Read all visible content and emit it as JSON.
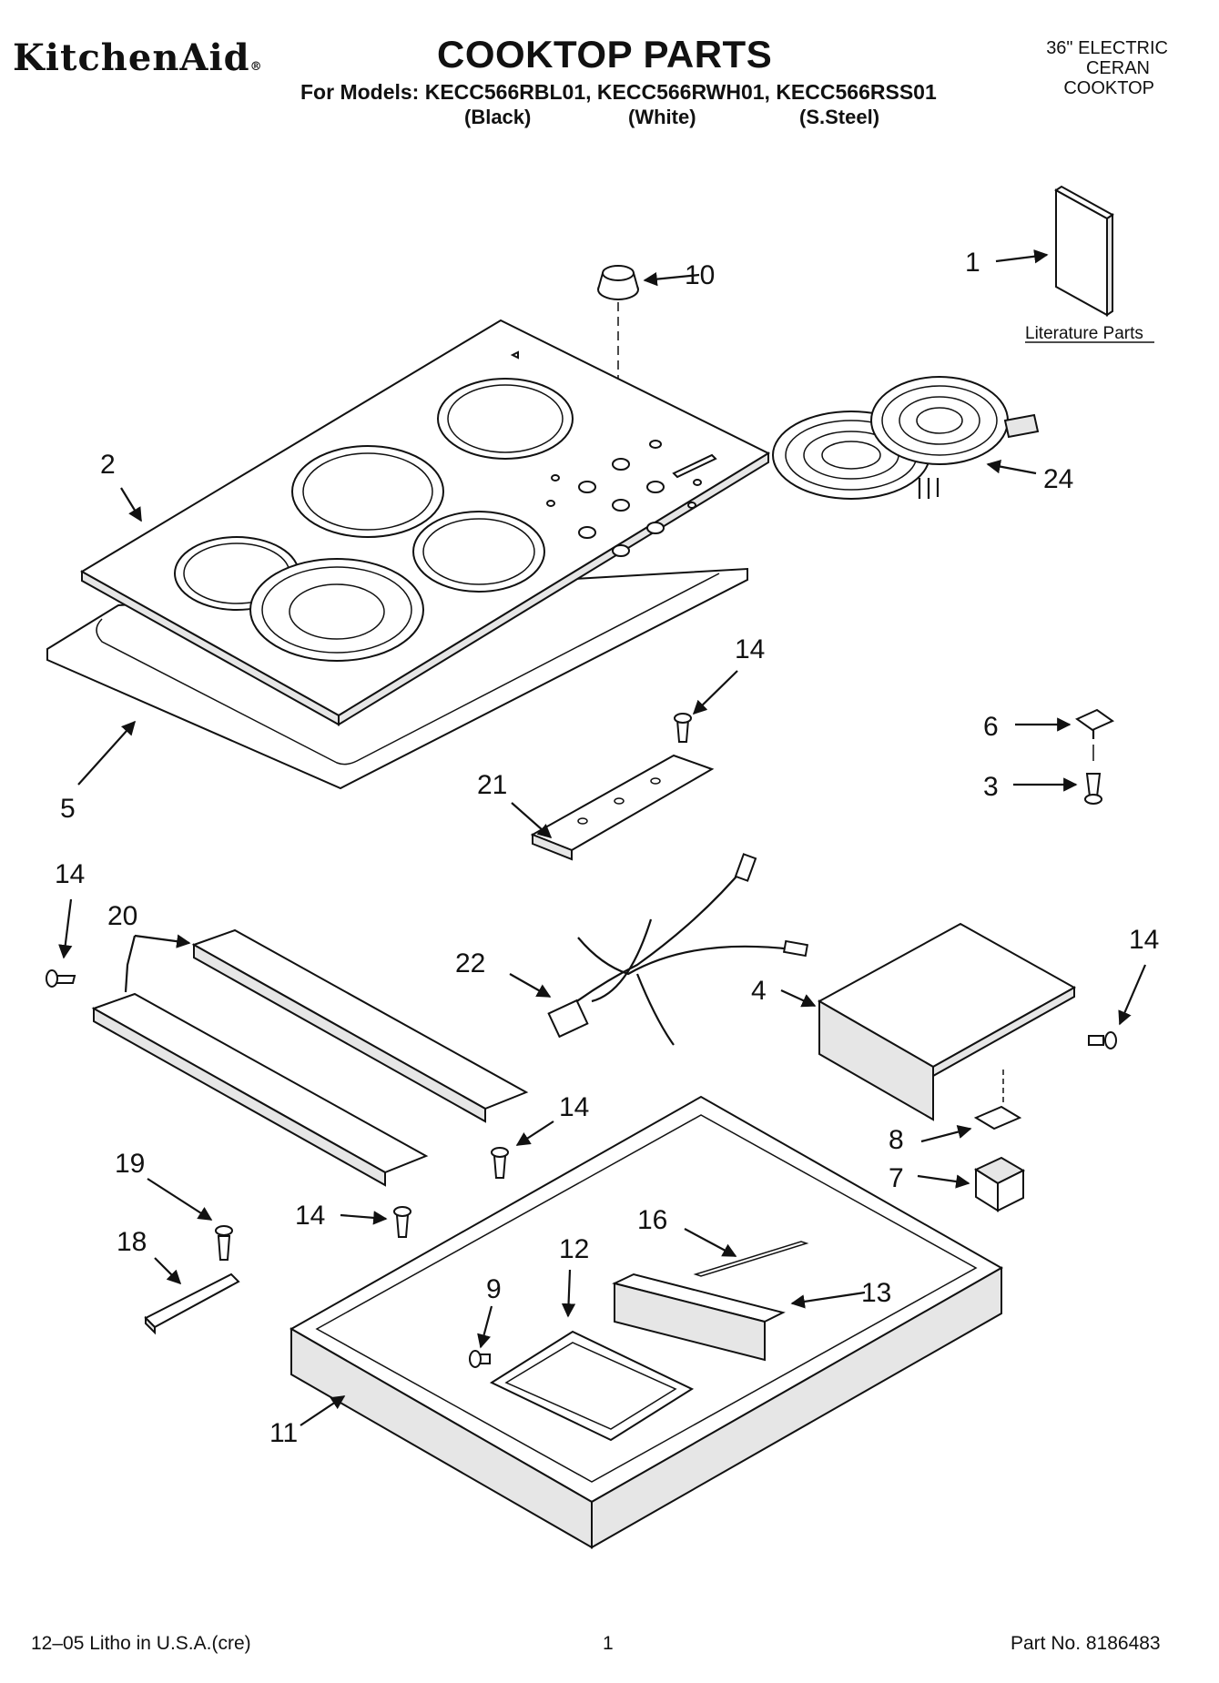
{
  "header": {
    "brand": "KitchenAid",
    "brand_mark": "®",
    "title": "COOKTOP PARTS",
    "models_line": "For Models: KECC566RBL01, KECC566RWH01, KECC566RSS01",
    "variants": [
      "(Black)",
      "(White)",
      "(S.Steel)"
    ],
    "spec_lines": [
      "36\" ELECTRIC",
      "CERAN",
      "COOKTOP"
    ]
  },
  "diagram": {
    "literature_label": "Literature Parts",
    "callouts": [
      "1",
      "2",
      "5",
      "10",
      "24",
      "14",
      "21",
      "6",
      "3",
      "14",
      "20",
      "22",
      "4",
      "14",
      "14",
      "19",
      "8",
      "7",
      "14",
      "16",
      "18",
      "12",
      "13",
      "9",
      "11"
    ]
  },
  "footer": {
    "litho": "12–05 Litho in U.S.A.(cre)",
    "page_number": "1",
    "part_number": "Part No. 8186483"
  }
}
